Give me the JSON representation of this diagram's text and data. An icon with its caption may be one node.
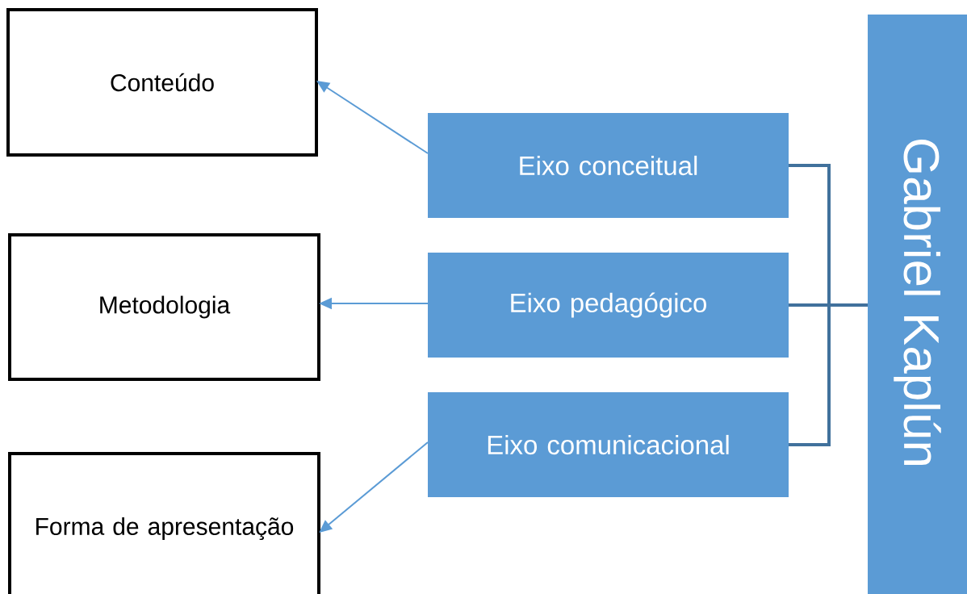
{
  "diagram": {
    "nodes": [
      {
        "text": [
          "Conteúdo"
        ]
      },
      {
        "text": [
          "Metodologia"
        ]
      },
      {
        "text": [
          "Forma de apresentação"
        ]
      },
      {
        "text": [
          "Eixo conceitual"
        ]
      },
      {
        "text": [
          "Eixo pedagógico"
        ]
      },
      {
        "text": [
          "Eixo comunicacional"
        ]
      },
      {
        "text": [
          "Gabriel Kaplún"
        ]
      }
    ],
    "edges": [
      {
        "from": 3,
        "to": 0,
        "arrow": "to"
      },
      {
        "from": 4,
        "to": 1,
        "arrow": "to"
      },
      {
        "from": 5,
        "to": 2,
        "arrow": "to"
      },
      {
        "from": 3,
        "to": 6,
        "arrow": "none",
        "style": "thick",
        "color": "#41719c"
      },
      {
        "from": 4,
        "to": 6,
        "arrow": "none",
        "style": "thick",
        "color": "#41719c"
      },
      {
        "from": 5,
        "to": 6,
        "arrow": "none",
        "style": "thick",
        "color": "#41719c"
      }
    ]
  }
}
